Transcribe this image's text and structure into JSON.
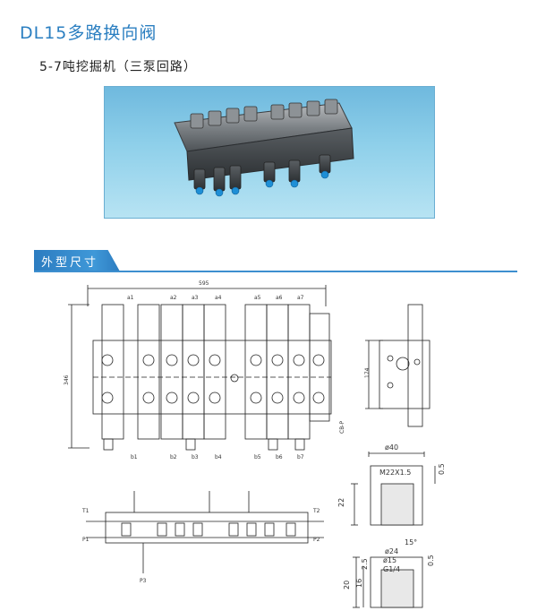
{
  "header": {
    "title": "DL15多路换向阀",
    "subtitle": "5-7吨挖掘机（三泵回路）"
  },
  "section": {
    "label": "外型尺寸"
  },
  "drawing": {
    "overall_width": "595",
    "overall_height": "346",
    "port_top_labels": [
      "a1",
      "a2",
      "a3",
      "a4",
      "a5",
      "a6",
      "a7"
    ],
    "port_bottom_labels": [
      "b1",
      "b2",
      "b3",
      "b4",
      "b5",
      "b6",
      "b7"
    ],
    "side_height": "174",
    "side_label": "CB-P",
    "port_dia": "ø40",
    "thread": "M22X1.5",
    "thread_dim": "0.5",
    "depth_22": "22",
    "depth_20": "20",
    "port_dia2": "ø24",
    "port_dia3": "ø15",
    "thread2": "G1/4",
    "angle": "15°",
    "small_25": "2.5",
    "small_16": "16",
    "small_20b": "20",
    "small_05b": "0.5",
    "hyd_t1": "T1",
    "hyd_t2": "T2",
    "hyd_p1": "P1",
    "hyd_p2": "P2",
    "hyd_p3": "P3"
  }
}
